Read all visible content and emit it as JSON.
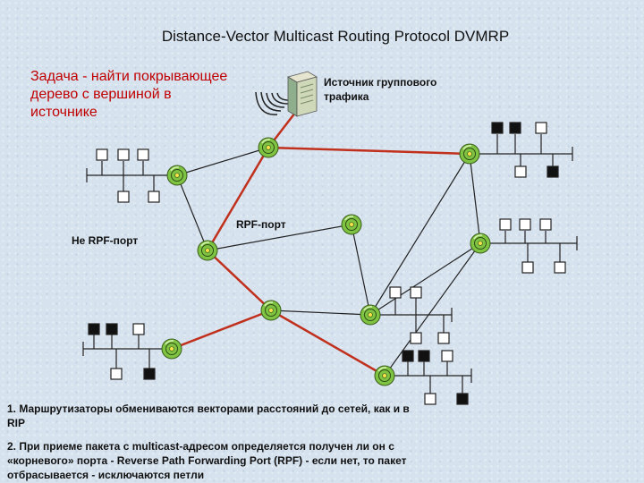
{
  "title": "Distance-Vector Multicast Routing Protocol DVMRP",
  "task": "Задача - найти покрывающее дерево с вершиной в источнике",
  "source_label": "Источник группового трафика",
  "rpf_port_label": "RPF-порт",
  "non_rpf_port_label": "Не RPF-порт",
  "notes": [
    "1. Маршрутизаторы обмениваются векторами расстояний до сетей, как и в RIP",
    "2. При приеме пакета с multicast-адресом определяется получен ли он с «корневого» порта - Reverse Path Forwarding Port (RPF) - если нет, то пакет отбрасывается - исключаются петли"
  ],
  "colors": {
    "tree_link": "#c0301c",
    "normal_link": "#222222",
    "router_fill": "#7fc342",
    "task_text": "#c00000"
  },
  "icons": {
    "router": "router-icon",
    "source": "server-icon",
    "host": "host-icon"
  }
}
